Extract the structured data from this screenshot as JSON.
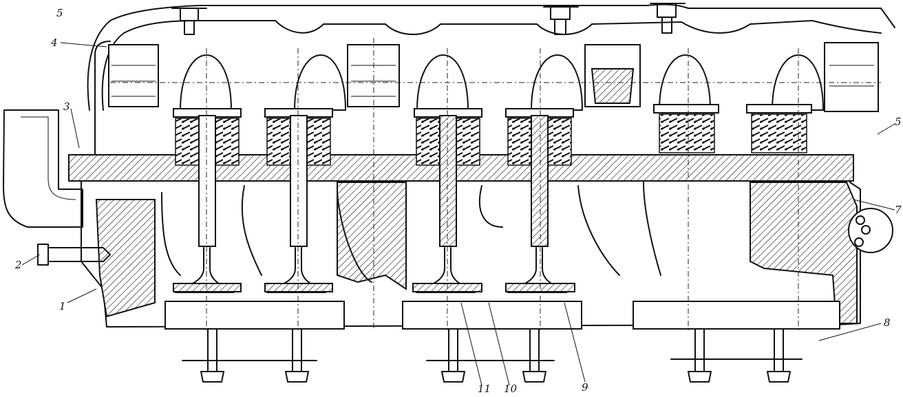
{
  "diagram": {
    "callouts": [
      {
        "id": "c1",
        "text": "1"
      },
      {
        "id": "c2",
        "text": "2"
      },
      {
        "id": "c3",
        "text": "3"
      },
      {
        "id": "c4",
        "text": "4"
      },
      {
        "id": "c5a",
        "text": "5"
      },
      {
        "id": "c5b",
        "text": "5"
      },
      {
        "id": "c7",
        "text": "7"
      },
      {
        "id": "c8",
        "text": "8"
      },
      {
        "id": "c9",
        "text": "9"
      },
      {
        "id": "c10",
        "text": "10"
      },
      {
        "id": "c11",
        "text": "11"
      }
    ]
  }
}
